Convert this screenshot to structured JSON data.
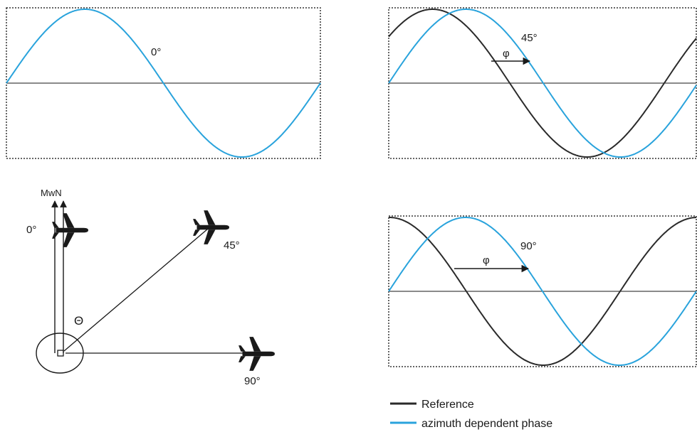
{
  "colors": {
    "reference": "#2a2a2a",
    "azimuth": "#29a3dc",
    "frame": "#333333",
    "axis": "#444444"
  },
  "panels": {
    "p0": {
      "label": "0°"
    },
    "p45": {
      "label": "45°",
      "phase_symbol": "φ"
    },
    "p90": {
      "label": "90°",
      "phase_symbol": "φ"
    }
  },
  "bearing": {
    "north_label": "MwN",
    "theta_symbol": "Θ",
    "aircraft": [
      {
        "label": "0°",
        "icon": "airplane-icon"
      },
      {
        "label": "45°",
        "icon": "airplane-icon"
      },
      {
        "label": "90°",
        "icon": "airplane-icon"
      }
    ]
  },
  "legend": {
    "reference": "Reference",
    "azimuth": "azimuth dependent phase"
  }
}
